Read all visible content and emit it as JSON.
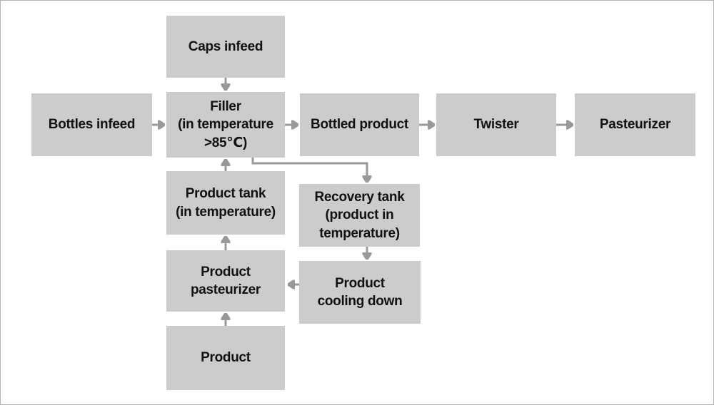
{
  "diagram": {
    "type": "process-flowchart",
    "nodes": {
      "caps_infeed": {
        "label": "Caps infeed"
      },
      "bottles_infeed": {
        "label": "Bottles infeed"
      },
      "filler": {
        "label": "Filler\n(in temperature\n>85℃)"
      },
      "bottled_product": {
        "label": "Bottled product"
      },
      "twister": {
        "label": "Twister"
      },
      "pasteurizer": {
        "label": "Pasteurizer"
      },
      "product_tank": {
        "label": "Product tank\n(in temperature)"
      },
      "recovery_tank": {
        "label": "Recovery tank\n(product in\ntemperature)"
      },
      "product_pasteurizer": {
        "label": "Product\npasteurizer"
      },
      "product_cooling_down": {
        "label": "Product\ncooling down"
      },
      "product": {
        "label": "Product"
      }
    },
    "edges": [
      {
        "from": "Caps infeed",
        "to": "Filler (in temperature >85℃)"
      },
      {
        "from": "Bottles infeed",
        "to": "Filler (in temperature >85℃)"
      },
      {
        "from": "Filler (in temperature >85℃)",
        "to": "Bottled product"
      },
      {
        "from": "Bottled product",
        "to": "Twister"
      },
      {
        "from": "Twister",
        "to": "Pasteurizer"
      },
      {
        "from": "Product tank (in temperature)",
        "to": "Filler (in temperature >85℃)"
      },
      {
        "from": "Filler (in temperature >85℃)",
        "to": "Recovery tank (product in temperature)"
      },
      {
        "from": "Recovery tank (product in temperature)",
        "to": "Product cooling down"
      },
      {
        "from": "Product cooling down",
        "to": "Product pasteurizer"
      },
      {
        "from": "Product pasteurizer",
        "to": "Product tank (in temperature)"
      },
      {
        "from": "Product",
        "to": "Product pasteurizer"
      }
    ]
  },
  "colors": {
    "node-fill": "#cccccc",
    "arrow": "#999999",
    "text": "#111111",
    "canvas-border": "#b5b5b5",
    "background": "#ffffff"
  }
}
